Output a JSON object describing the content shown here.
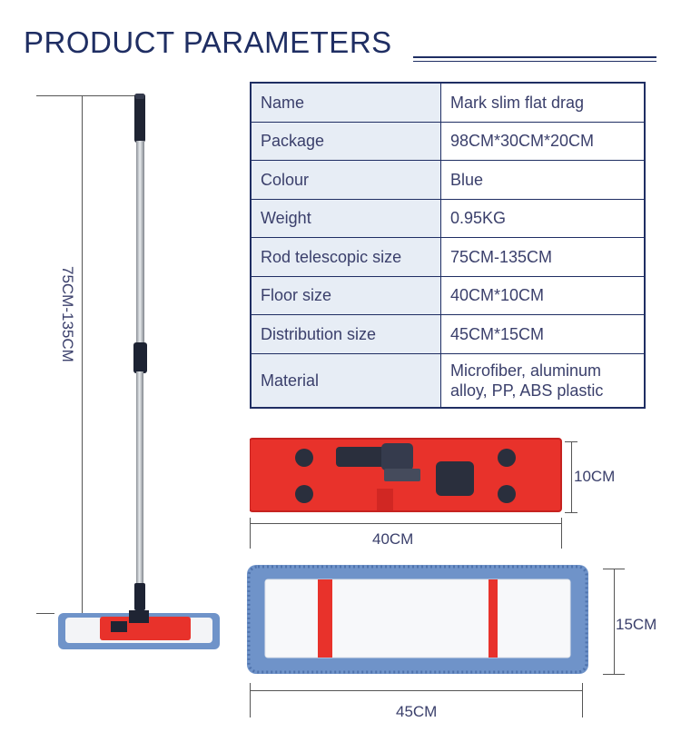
{
  "title": "PRODUCT PARAMETERS",
  "parameters": [
    {
      "name": "Name",
      "value": "Mark slim flat drag"
    },
    {
      "name": "Package",
      "value": "98CM*30CM*20CM"
    },
    {
      "name": "Colour",
      "value": "Blue"
    },
    {
      "name": "Weight",
      "value": "0.95KG"
    },
    {
      "name": "Rod telescopic size",
      "value": "75CM-135CM"
    },
    {
      "name": "Floor size",
      "value": "40CM*10CM"
    },
    {
      "name": "Distribution size",
      "value": "45CM*15CM"
    },
    {
      "name": "Material",
      "value": "Microfiber, aluminum alloy, PP, ABS plastic"
    }
  ],
  "dimensions": {
    "rod": "75CM-135CM",
    "plate_height": "10CM",
    "plate_width": "40CM",
    "pad_height": "15CM",
    "pad_width": "45CM"
  },
  "colors": {
    "title": "#1f2e63",
    "table_key_bg": "#e7edf5",
    "plate_red": "#e8322b",
    "pad_blue": "#6f93c9"
  }
}
